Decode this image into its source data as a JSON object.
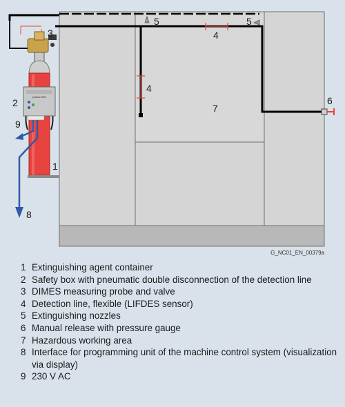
{
  "diagram": {
    "reference_code": "G_NC01_EN_00379a",
    "colors": {
      "container": "#e8423f",
      "detection_line": "#000000",
      "pneumatic_line": "#e06a52",
      "arrow": "#2f5aa8",
      "machine_fill": "#d5d5d5",
      "machine_base": "#b8b8b8",
      "machine_outline": "#6f6f6f",
      "background": "#d9e2ea"
    },
    "callouts": [
      {
        "id": "c1",
        "label": "1"
      },
      {
        "id": "c2",
        "label": "2"
      },
      {
        "id": "c3",
        "label": "3"
      },
      {
        "id": "c4a",
        "label": "4"
      },
      {
        "id": "c4b",
        "label": "4"
      },
      {
        "id": "c5a",
        "label": "5"
      },
      {
        "id": "c5b",
        "label": "5"
      },
      {
        "id": "c6",
        "label": "6"
      },
      {
        "id": "c7",
        "label": "7"
      },
      {
        "id": "c8",
        "label": "8"
      },
      {
        "id": "c9",
        "label": "9"
      }
    ],
    "box_brand": "protecc.GTD"
  },
  "legend": [
    {
      "num": "1",
      "text": "Extinguishing agent container"
    },
    {
      "num": "2",
      "text": "Safety box with pneumatic double disconnection of the detection line"
    },
    {
      "num": "3",
      "text": "DIMES measuring probe and valve"
    },
    {
      "num": "4",
      "text": "Detection line, flexible (LIFDES sensor)"
    },
    {
      "num": "5",
      "text": "Extinguishing nozzles"
    },
    {
      "num": "6",
      "text": "Manual release with pressure gauge"
    },
    {
      "num": "7",
      "text": "Hazardous working area"
    },
    {
      "num": "8",
      "text": "Interface for programming unit of the machine control system (visualization via display)"
    },
    {
      "num": "9",
      "text": "230 V AC"
    }
  ]
}
